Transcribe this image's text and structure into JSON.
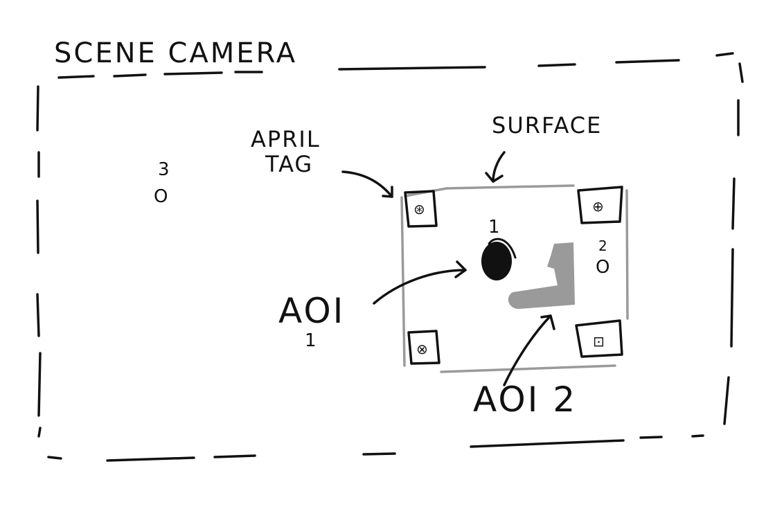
{
  "diagram": {
    "title": "SCENE CAMERA",
    "labels": {
      "april_tag": [
        "APRIL",
        "TAG"
      ],
      "surface": "SURFACE",
      "aoi_1_text": "AOI",
      "aoi_1_num": "1",
      "aoi_2": "AOI 2"
    },
    "points": [
      {
        "digit": "3",
        "marker": "O"
      },
      {
        "digit": "2",
        "marker": "O"
      },
      {
        "digit": "1"
      }
    ],
    "colors": {
      "ink": "#111111",
      "surface_outline": "#9a9a9a",
      "aoi_2_fill": "#9a9a9a"
    }
  }
}
